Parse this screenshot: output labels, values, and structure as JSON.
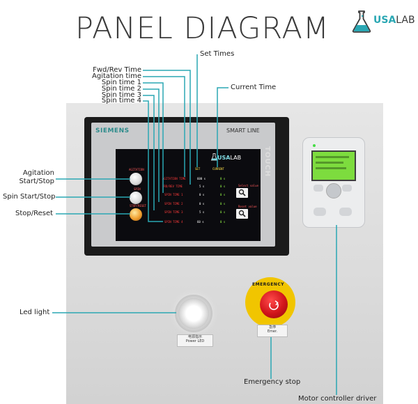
{
  "title": "PANEL DIAGRAM",
  "brand": {
    "usa": "USA",
    "lab": "LAB"
  },
  "callouts": {
    "set_times": "Set Times",
    "current_time": "Current Time",
    "fwd_rev_time": "Fwd/Rev Time",
    "agitation_time": "Agitation time",
    "spin_time_1": "Spin time 1",
    "spin_time_2": "Spin time 2",
    "spin_time_3": "Spin time 3",
    "spin_time_4": "Spin time 4",
    "agitation_start_stop_1": "Agitation",
    "agitation_start_stop_2": "Start/Stop",
    "spin_start_stop": "Spin Start/Stop",
    "stop_reset": "Stop/Reset",
    "led_light": "Led light",
    "emergency_stop": "Emergency stop",
    "motor_controller_driver": "Motor controller driver"
  },
  "hmi": {
    "maker": "SIEMENS",
    "series": "SMART LINE",
    "touch": "TOUCH",
    "logo_usa": "USA",
    "logo_lab": "LAB",
    "col_set": "SET",
    "col_current": "CURRENT",
    "rows": [
      {
        "label": "AGITATION TIME",
        "set": "600 s",
        "current": "0 s"
      },
      {
        "label": "FRD/REV TIME",
        "set": "5 s",
        "current": "0 s"
      },
      {
        "label": "SPIN TIME 1",
        "set": "0 s",
        "current": "0 s"
      },
      {
        "label": "SPIN TIME 2",
        "set": "0 s",
        "current": "0 s"
      },
      {
        "label": "SPIN TIME 3",
        "set": "5 s",
        "current": "0 s"
      },
      {
        "label": "SPIN TIME 4",
        "set": "60 s",
        "current": "0 s"
      }
    ],
    "btn_agitation": "AGITATION",
    "btn_spin": "SPIN",
    "btn_stop_reset": "STOP/RESET",
    "select_value": "Select value",
    "reset_value": "Reset value"
  },
  "emergency_ring": "EMERGENCY",
  "plates": {
    "led_line1": "电源指示",
    "led_line2": "Power LED",
    "estop_line1": "急停",
    "estop_line2": "Emer."
  },
  "colors": {
    "brand_teal": "#2aa7b3",
    "screen_label": "#ff3a3a",
    "screen_header": "#ffe14a",
    "estop_ring": "#f1c500",
    "estop_button": "#d0141a",
    "lcd_green": "#7ddc3e"
  }
}
